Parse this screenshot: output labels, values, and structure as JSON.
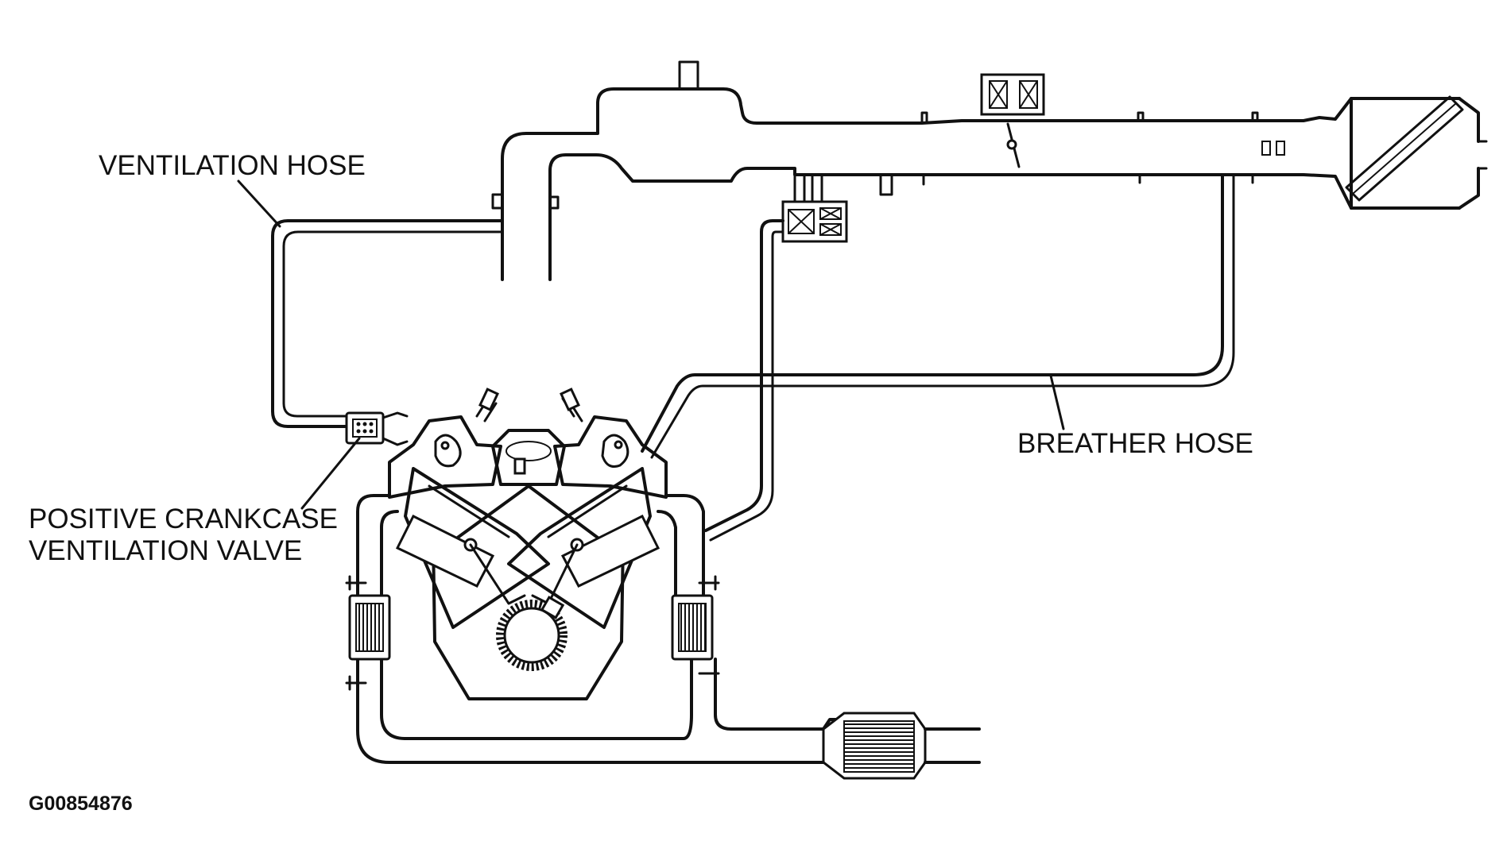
{
  "labels": {
    "ventilation_hose": "VENTILATION HOSE",
    "breather_hose": "BREATHER HOSE",
    "pcv_valve_line1": "POSITIVE CRANKCASE",
    "pcv_valve_line2": "VENTILATION VALVE",
    "figure_id": "G00854876"
  }
}
